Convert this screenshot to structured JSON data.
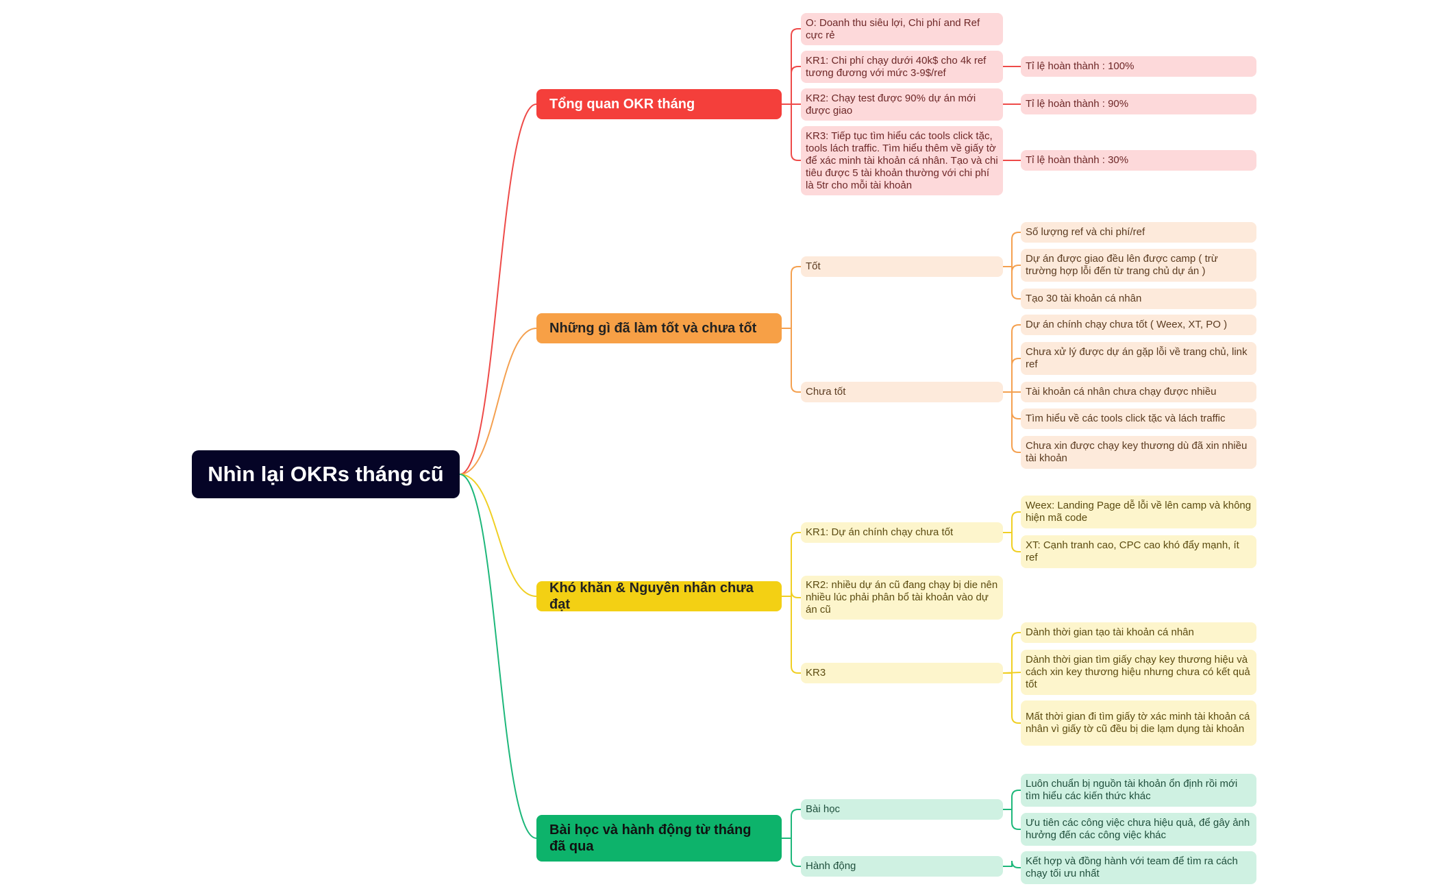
{
  "root": {
    "label": "Nhìn lại OKRs tháng cũ"
  },
  "colors": {
    "root": "#050426",
    "red_line": "#ee4a48",
    "orange_line": "#f4a04f",
    "yellow_line": "#f0cf23",
    "green_line": "#1db77a"
  },
  "branches": [
    {
      "label": "Tổng quan OKR tháng",
      "items": [
        {
          "label": "O: Doanh thu siêu lợi, Chi phí and Ref cực rẻ",
          "result": ""
        },
        {
          "label": "KR1: Chi phí chạy dưới 40k$ cho 4k ref tương đương với mức 3-9$/ref",
          "result": "Tỉ lệ hoàn thành : 100%"
        },
        {
          "label": "KR2: Chạy test được 90% dự án mới được giao",
          "result": "Tỉ lệ hoàn thành : 90%"
        },
        {
          "label": "KR3: Tiếp tục tìm hiểu các tools click tặc, tools lách traffic. Tìm hiểu thêm về giấy tờ để xác minh tài khoản cá nhân. Tạo và chi tiêu được 5 tài khoản thường với chi phí là 5tr cho mỗi tài khoản",
          "result": "Tỉ lệ hoàn thành : 30%"
        }
      ]
    },
    {
      "label": "Những gì đã làm tốt và chưa tốt",
      "items": [
        {
          "label": "Tốt",
          "children": [
            "Số lượng ref và chi phí/ref",
            "Dự án được giao đều lên được camp ( trừ trường hợp lỗi đến từ trang chủ dự án )",
            "Tạo 30 tài khoản cá nhân"
          ]
        },
        {
          "label": "Chưa tốt",
          "children": [
            "Dự án chính chạy chưa tốt ( Weex, XT, PO )",
            "Chưa xử lý được dự án gặp lỗi về trang chủ, link ref",
            "Tài khoản cá nhân chưa chạy được nhiều",
            "Tìm hiểu về các tools click tặc và lách traffic",
            "Chưa xin được chạy key thương dù đã xin nhiều tài khoản"
          ]
        }
      ]
    },
    {
      "label": "Khó khăn & Nguyên nhân chưa đạt",
      "items": [
        {
          "label": "KR1: Dự án chính chạy chưa tốt",
          "children": [
            "Weex: Landing Page dễ lỗi về lên camp và không hiện mã code",
            "XT: Cạnh tranh cao, CPC cao khó đẩy mạnh, ít ref"
          ]
        },
        {
          "label": "KR2: nhiều dự án cũ đang chạy bị die nên nhiều lúc phải phân bổ tài khoản vào dự án cũ",
          "children": []
        },
        {
          "label": "KR3",
          "children": [
            "Dành thời gian tạo tài khoản cá nhân",
            "Dành thời gian tìm giấy chạy key thương hiệu và cách xin key thương hiệu nhưng chưa có kết quả tốt",
            "Mất thời gian đi tìm giấy tờ xác minh tài khoản cá nhân vì giấy tờ cũ đều bị die lạm dụng tài khoản"
          ]
        }
      ]
    },
    {
      "label": "Bài học và hành động từ tháng đã qua",
      "items": [
        {
          "label": "Bài học",
          "children": [
            "Luôn chuẩn bị nguồn tài khoản ổn định rồi mới tìm hiểu các kiến thức khác",
            "Ưu tiên các công việc chưa hiệu quả, để gây ảnh hưởng đến các công việc khác"
          ]
        },
        {
          "label": "Hành động",
          "children": [
            "Kết hợp và đồng hành với team để tìm ra cách chạy tối ưu nhất"
          ]
        }
      ]
    }
  ]
}
